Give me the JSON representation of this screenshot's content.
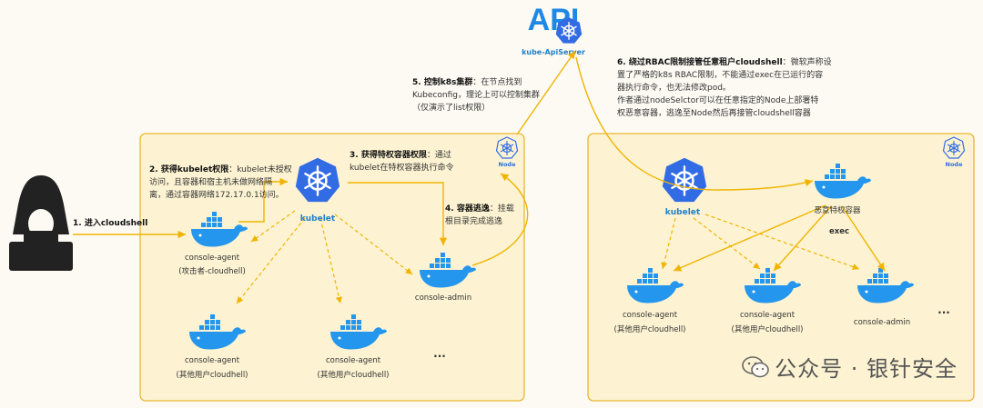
{
  "api": {
    "title": "API",
    "subtitle": "kube-ApiServer"
  },
  "steps": {
    "s1": {
      "title": "1. 进入cloudshell",
      "text": ""
    },
    "s2": {
      "title": "2. 获得kubelet权限",
      "lines": [
        "：kubelet未授权",
        "访问，且容器和宿主机未做网络隔",
        "离，通过容器网络172.17.0.1访问。"
      ]
    },
    "s3": {
      "title": "3. 获得特权容器权限",
      "lines": [
        "：通过",
        "kubelet在特权容器执行命令"
      ]
    },
    "s4": {
      "title": "4. 容器逃逸",
      "lines": [
        "：挂载",
        "根目录完成逃逸"
      ]
    },
    "s5": {
      "title": "5. 控制k8s集群",
      "lines": [
        "：在节点找到",
        "Kubeconfig，理论上可以控制集群",
        "（仅演示了list权限）"
      ]
    },
    "s6": {
      "title": "6. 绕过RBAC限制接管任意租户cloudshell",
      "lines": [
        "：微软声称设",
        "置了严格的k8s RBAC限制，不能通过exec在已运行的容",
        "器执行命令，也无法修改pod。",
        "作者通过nodeSelctor可以在任意指定的Node上部署特",
        "权恶意容器，逃逸至Node然后再接管cloudshell容器"
      ]
    }
  },
  "left_node": {
    "node_label": "Node",
    "kubelet_label": "kubelet",
    "attacker": {
      "name": "console-agent",
      "sub": "(攻击者-cloudhell)"
    },
    "admin": {
      "name": "console-admin"
    },
    "agent1": {
      "name": "console-agent",
      "sub": "(其他用户cloudhell)"
    },
    "agent2": {
      "name": "console-agent",
      "sub": "(其他用户cloudhell)"
    },
    "ellipsis": "..."
  },
  "right_node": {
    "node_label": "Node",
    "kubelet_label": "kubelet",
    "malicious": {
      "name": "恶意特权容器"
    },
    "exec_label": "exec",
    "agent1": {
      "name": "console-agent",
      "sub": "(其他用户cloudhell)"
    },
    "agent2": {
      "name": "console-agent",
      "sub": "(其他用户cloudhell)"
    },
    "admin": {
      "name": "console-admin"
    },
    "ellipsis": "..."
  },
  "watermark": "公众号 · 银针安全",
  "colors": {
    "arrow": "#f0b400",
    "box_border": "#e9b830",
    "box_fill": "#fdf3d2",
    "docker": "#2496ed",
    "k8s": "#326ce5",
    "attacker": "#222222"
  }
}
